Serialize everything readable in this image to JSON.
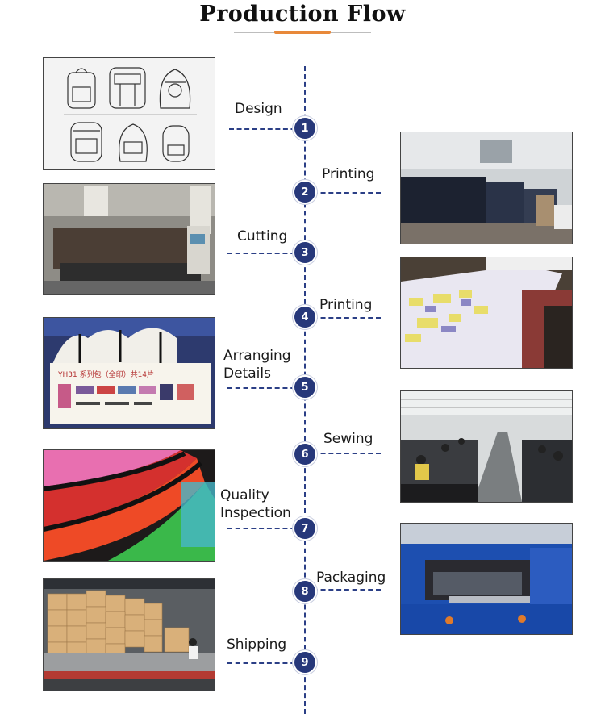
{
  "title": "Production Flow",
  "steps": [
    {
      "num": "1",
      "line1": "Design",
      "line2": "",
      "photo": "backpack-sketch-drawing"
    },
    {
      "num": "2",
      "line1": "Printing",
      "line2": "",
      "photo": "printing-factory-floor"
    },
    {
      "num": "3",
      "line1": "Cutting",
      "line2": "",
      "photo": "laser-cutting-machine"
    },
    {
      "num": "4",
      "line1": "Printing",
      "line2": "",
      "photo": "fabric-print-roll"
    },
    {
      "num": "5",
      "line1": "Arranging",
      "line2": "Details",
      "photo": "arranged-parts-sheet"
    },
    {
      "num": "6",
      "line1": "Sewing",
      "line2": "",
      "photo": "sewing-workshop"
    },
    {
      "num": "7",
      "line1": "Quality",
      "line2": "Inspection",
      "photo": "glitter-bag-closeup"
    },
    {
      "num": "8",
      "line1": "Packaging",
      "line2": "",
      "photo": "packaging-machine"
    },
    {
      "num": "9",
      "line1": "Shipping",
      "line2": "",
      "photo": "truck-loaded-cartons"
    }
  ],
  "parts_sheet_text": "YH31  系列包（全印）共14片",
  "colors": {
    "accent": "#e8893a",
    "node": "#27387a",
    "line": "#2b3f86"
  }
}
